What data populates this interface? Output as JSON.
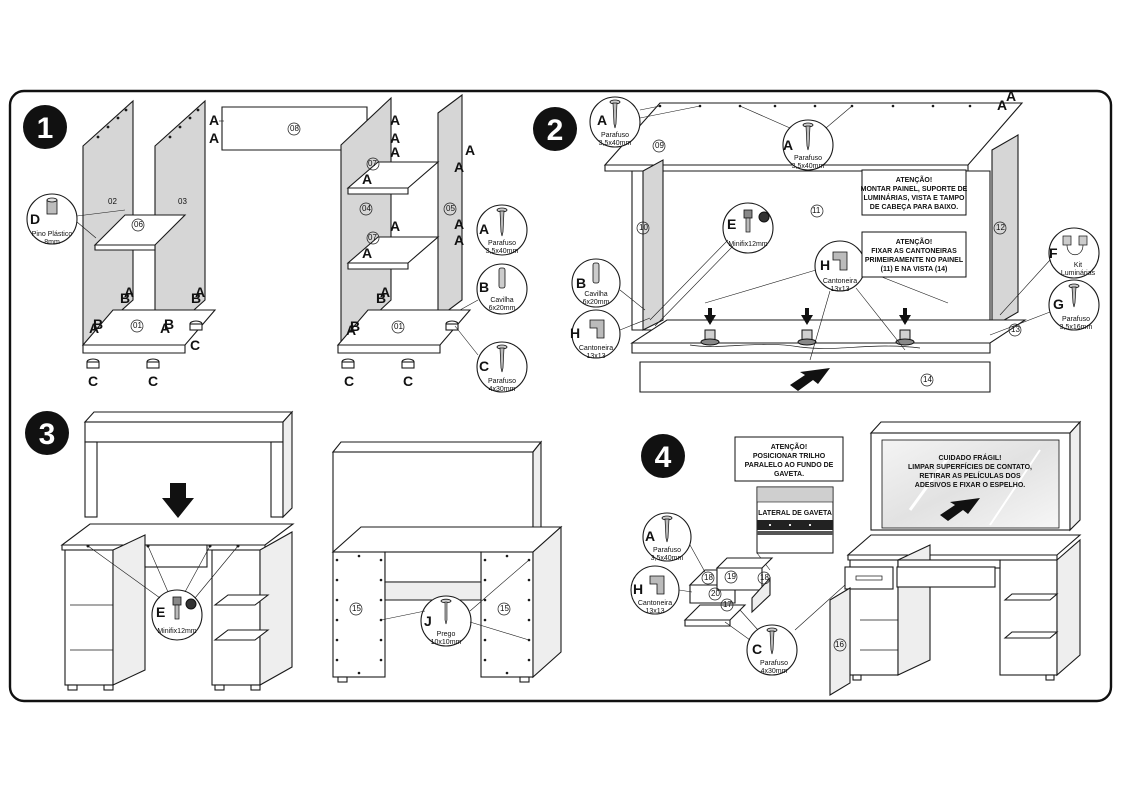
{
  "steps": [
    {
      "number": "1"
    },
    {
      "number": "2"
    },
    {
      "number": "3"
    },
    {
      "number": "4"
    }
  ],
  "parts": {
    "A": {
      "letter": "A",
      "name": "Parafuso",
      "size": "3,5x40mm"
    },
    "B": {
      "letter": "B",
      "name": "Cavilha",
      "size": "6x20mm"
    },
    "C": {
      "letter": "C",
      "name": "Parafuso",
      "size": "4x30mm"
    },
    "D": {
      "letter": "D",
      "name": "Pino Plástico",
      "size": "8mm"
    },
    "E": {
      "letter": "E",
      "name": "Minifix12mm"
    },
    "F": {
      "letter": "F",
      "name": "Luminárias",
      "qty": "Kit"
    },
    "G": {
      "letter": "G",
      "name": "Parafuso",
      "size": "3,5x16mm"
    },
    "H": {
      "letter": "H",
      "name": "Cantoneira",
      "size": "13x13"
    },
    "J": {
      "letter": "J",
      "name": "Prego",
      "size": "10x10mm"
    }
  },
  "panels": {
    "p01": "01",
    "p02": "02",
    "p03": "03",
    "p04": "04",
    "p05": "05",
    "p06": "06",
    "p07": "07",
    "p08": "08",
    "p09": "09",
    "p10": "10",
    "p11": "11",
    "p12": "12",
    "p13": "13",
    "p14": "14",
    "p15": "15",
    "p16": "16",
    "p17": "17",
    "p18": "18",
    "p19": "19",
    "p20": "20"
  },
  "notes": {
    "step2_a": [
      "ATENÇÃO!",
      "MONTAR PAINEL, SUPORTE DE",
      "LUMINÁRIAS, VISTA E TAMPO",
      "DE CABEÇA PARA BAIXO."
    ],
    "step2_b": [
      "ATENÇÃO!",
      "FIXAR AS CANTONEIRAS",
      "PRIMEIRAMENTE NO PAINEL",
      "(11) E NA VISTA (14)"
    ],
    "step4_a": [
      "ATENÇÃO!",
      "POSICIONAR TRILHO",
      "PARALELO AO FUNDO DE",
      "GAVETA."
    ],
    "step4_b": [
      "CUIDADO FRÁGIL!",
      "LIMPAR SUPERFÍCIES DE CONTATO,",
      "RETIRAR AS PELÍCULAS DOS",
      "ADESIVOS E FIXAR O ESPELHO."
    ],
    "step4_rail": "LATERAL DE GAVETA"
  }
}
